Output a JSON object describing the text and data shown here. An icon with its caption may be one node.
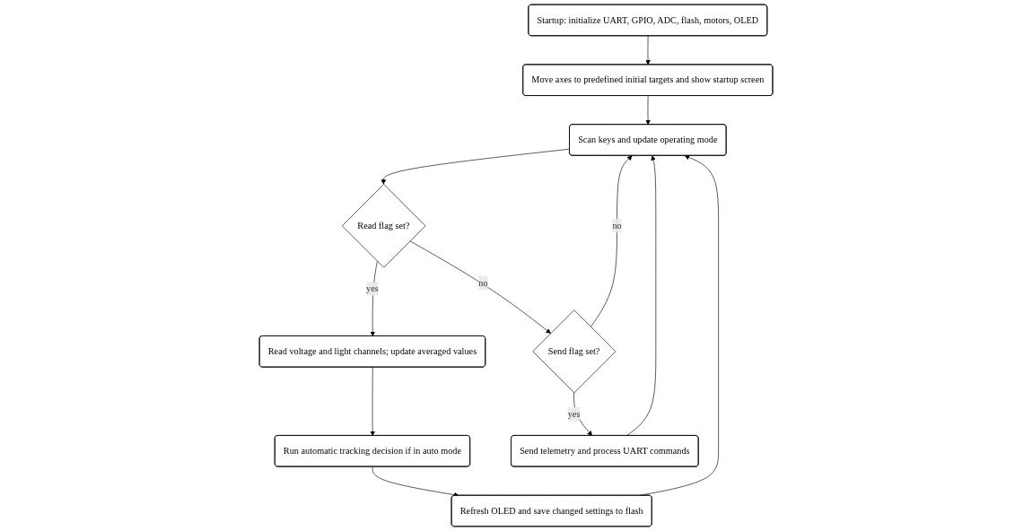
{
  "diagram": {
    "nodes": [
      {
        "text": [
          "Startup: initialize UART, GPIO, ADC, flash, motors, OLED"
        ]
      },
      {
        "text": [
          "Move axes to predefined initial targets and show startup screen"
        ]
      },
      {
        "text": [
          "Scan keys and update operating mode"
        ]
      },
      {
        "text": [
          "Read flag set?"
        ]
      },
      {
        "text": [
          "Read voltage and light channels; update averaged values"
        ]
      },
      {
        "text": [
          "Send flag set?"
        ]
      },
      {
        "text": [
          "Run automatic tracking decision if in auto mode"
        ]
      },
      {
        "text": [
          "Send telemetry and process UART commands"
        ]
      },
      {
        "text": [
          "Refresh OLED and save changed settings to flash"
        ]
      }
    ],
    "edges": [
      {
        "from": 0,
        "to": 1,
        "arrow": "to"
      },
      {
        "from": 1,
        "to": 2,
        "arrow": "to"
      },
      {
        "from": 2,
        "to": 3,
        "arrow": "to"
      },
      {
        "from": 3,
        "to": 4,
        "arrow": "to",
        "label": "yes"
      },
      {
        "from": 3,
        "to": 5,
        "arrow": "to",
        "label": "no"
      },
      {
        "from": 5,
        "to": 2,
        "arrow": "to",
        "label": "no"
      },
      {
        "from": 5,
        "to": 7,
        "arrow": "to",
        "label": "yes"
      },
      {
        "from": 4,
        "to": 6,
        "arrow": "to"
      },
      {
        "from": 6,
        "to": 8,
        "arrow": "to"
      },
      {
        "from": 8,
        "to": 2,
        "arrow": "to"
      },
      {
        "from": 7,
        "to": 2,
        "arrow": "to"
      }
    ]
  }
}
